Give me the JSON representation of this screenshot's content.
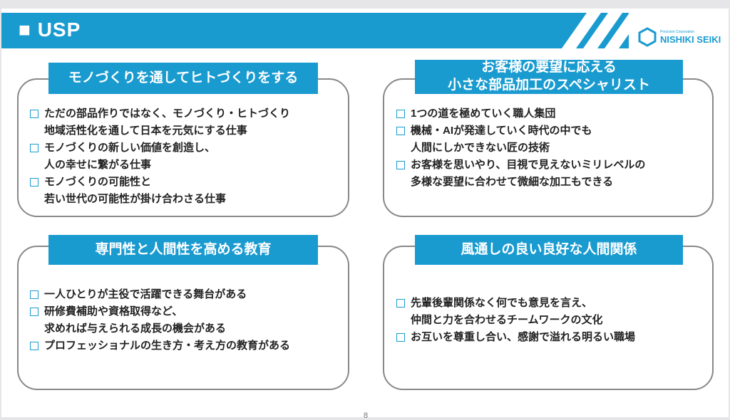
{
  "header": {
    "title": "■ USP"
  },
  "logo": {
    "tagline": "Precision Corporation",
    "name": "NISHIKI SEIKI"
  },
  "sections": [
    {
      "title": [
        "モノづくりを通してヒトづくりをする"
      ],
      "items": [
        [
          "ただの部品作りではなく、モノづくり・ヒトづくり",
          "地域活性化を通して日本を元気にする仕事"
        ],
        [
          "モノづくりの新しい価値を創造し、",
          "人の幸せに繋がる仕事"
        ],
        [
          "モノづくりの可能性と",
          "若い世代の可能性が掛け合わさる仕事"
        ]
      ]
    },
    {
      "title": [
        "お客様の要望に応える",
        "小さな部品加工のスペシャリスト"
      ],
      "items": [
        [
          "1つの道を極めていく職人集団"
        ],
        [
          "機械・AIが発達していく時代の中でも",
          "人間にしかできない匠の技術"
        ],
        [
          "お客様を思いやり、目視で見えないミリレベルの",
          "多様な要望に合わせて微細な加工もできる"
        ]
      ]
    },
    {
      "title": [
        "専門性と人間性を高める教育"
      ],
      "items": [
        [
          "一人ひとりが主役で活躍できる舞台がある"
        ],
        [
          "研修費補助や資格取得など、",
          "求めれば与えられる成長の機会がある"
        ],
        [
          "プロフェッショナルの生き方・考え方の教育がある"
        ]
      ]
    },
    {
      "title": [
        "風通しの良い良好な人間関係"
      ],
      "items": [
        [
          "先輩後輩関係なく何でも意見を言え、",
          "仲間と力を合わせるチームワークの文化"
        ],
        [
          "お互いを尊重し合い、感謝で溢れる明るい職場"
        ]
      ]
    }
  ],
  "page_number": "8",
  "colors": {
    "accent": "#1a9bd0"
  }
}
